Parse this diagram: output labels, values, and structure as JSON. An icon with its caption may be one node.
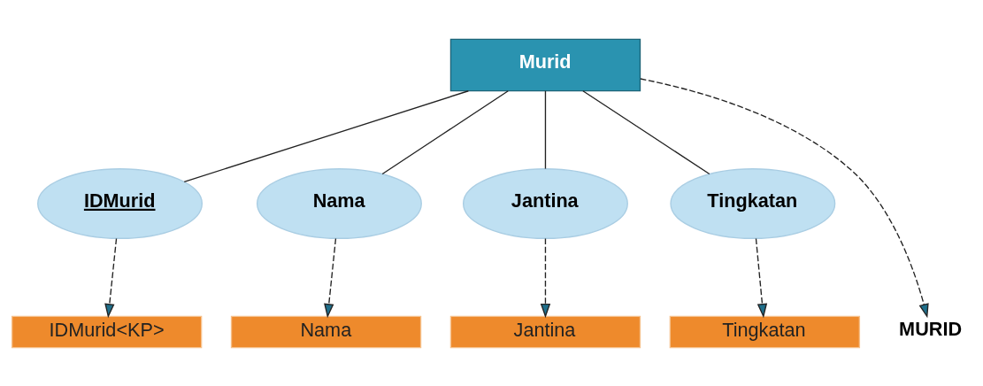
{
  "diagram": {
    "nodes": [
      {
        "text": [
          "Murid"
        ]
      },
      {
        "text": [
          "IDMurid"
        ]
      },
      {
        "text": [
          "Nama"
        ]
      },
      {
        "text": [
          "Jantina"
        ]
      },
      {
        "text": [
          "Tingkatan"
        ]
      },
      {
        "text": [
          "MURID"
        ]
      },
      {
        "text": [
          "IDMurid<KP>"
        ]
      },
      {
        "text": [
          "Nama"
        ]
      },
      {
        "text": [
          "Jantina"
        ]
      },
      {
        "text": [
          "Tingkatan"
        ]
      }
    ],
    "edges": [
      {
        "from": 0,
        "to": 5,
        "arrow": "to",
        "style": "dashed"
      },
      {
        "from": 0,
        "to": 1,
        "arrow": "none"
      },
      {
        "from": 0,
        "to": 2,
        "arrow": "none"
      },
      {
        "from": 0,
        "to": 3,
        "arrow": "none"
      },
      {
        "from": 0,
        "to": 4,
        "arrow": "none"
      },
      {
        "from": 1,
        "to": 6,
        "arrow": "to",
        "style": "dashed"
      },
      {
        "from": 2,
        "to": 7,
        "arrow": "to",
        "style": "dashed"
      },
      {
        "from": 3,
        "to": 8,
        "arrow": "to",
        "style": "dashed"
      },
      {
        "from": 4,
        "to": 9,
        "arrow": "to",
        "style": "dashed"
      }
    ]
  }
}
